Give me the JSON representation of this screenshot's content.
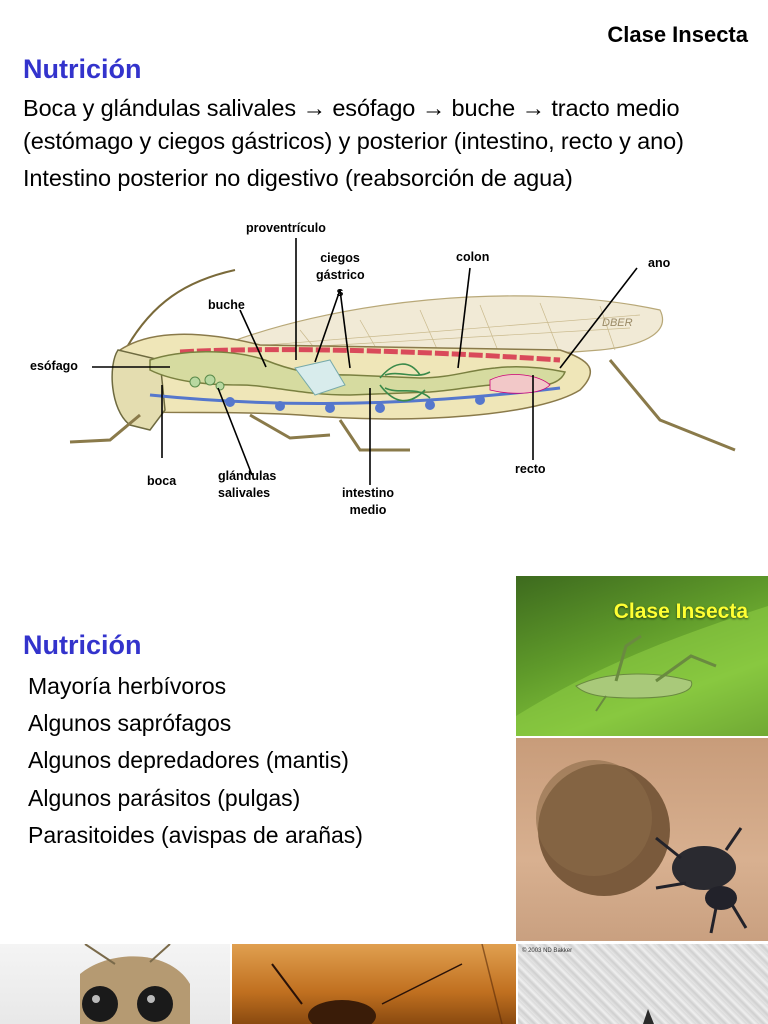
{
  "header": {
    "title": "Clase Insecta"
  },
  "section1": {
    "heading": "Nutrición",
    "line1_a": "Boca y glándulas salivales",
    "line1_b": "esófago",
    "line1_c": "buche",
    "line1_d": "tracto medio",
    "arrow": "→",
    "line2": "(estómago y ciegos gástricos) y posterior (intestino, recto y ano)",
    "line3": "Intestino posterior no digestivo (reabsorción de agua)"
  },
  "diagram": {
    "labels": {
      "proventriculo": "proventrículo",
      "ciegos1": "ciegos",
      "ciegos2": "gástrico",
      "ciegos3": "s",
      "colon": "colon",
      "ano": "ano",
      "buche": "buche",
      "esofago": "esófago",
      "boca": "boca",
      "glandulas1": "glándulas",
      "glandulas2": "salivales",
      "intestino1": "intestino",
      "intestino2": "medio",
      "recto": "recto"
    },
    "watermark": "DBER"
  },
  "section2": {
    "heading": "Nutrición",
    "items": [
      "Mayoría herbívoros",
      "Algunos saprófagos",
      "Algunos depredadores (mantis)",
      "Algunos parásitos (pulgas)",
      "Parasitoides (avispas de arañas)"
    ]
  },
  "photos": {
    "grasshopper_label": "Clase Insecta",
    "copyright": "© 2003 ND Bakker"
  }
}
